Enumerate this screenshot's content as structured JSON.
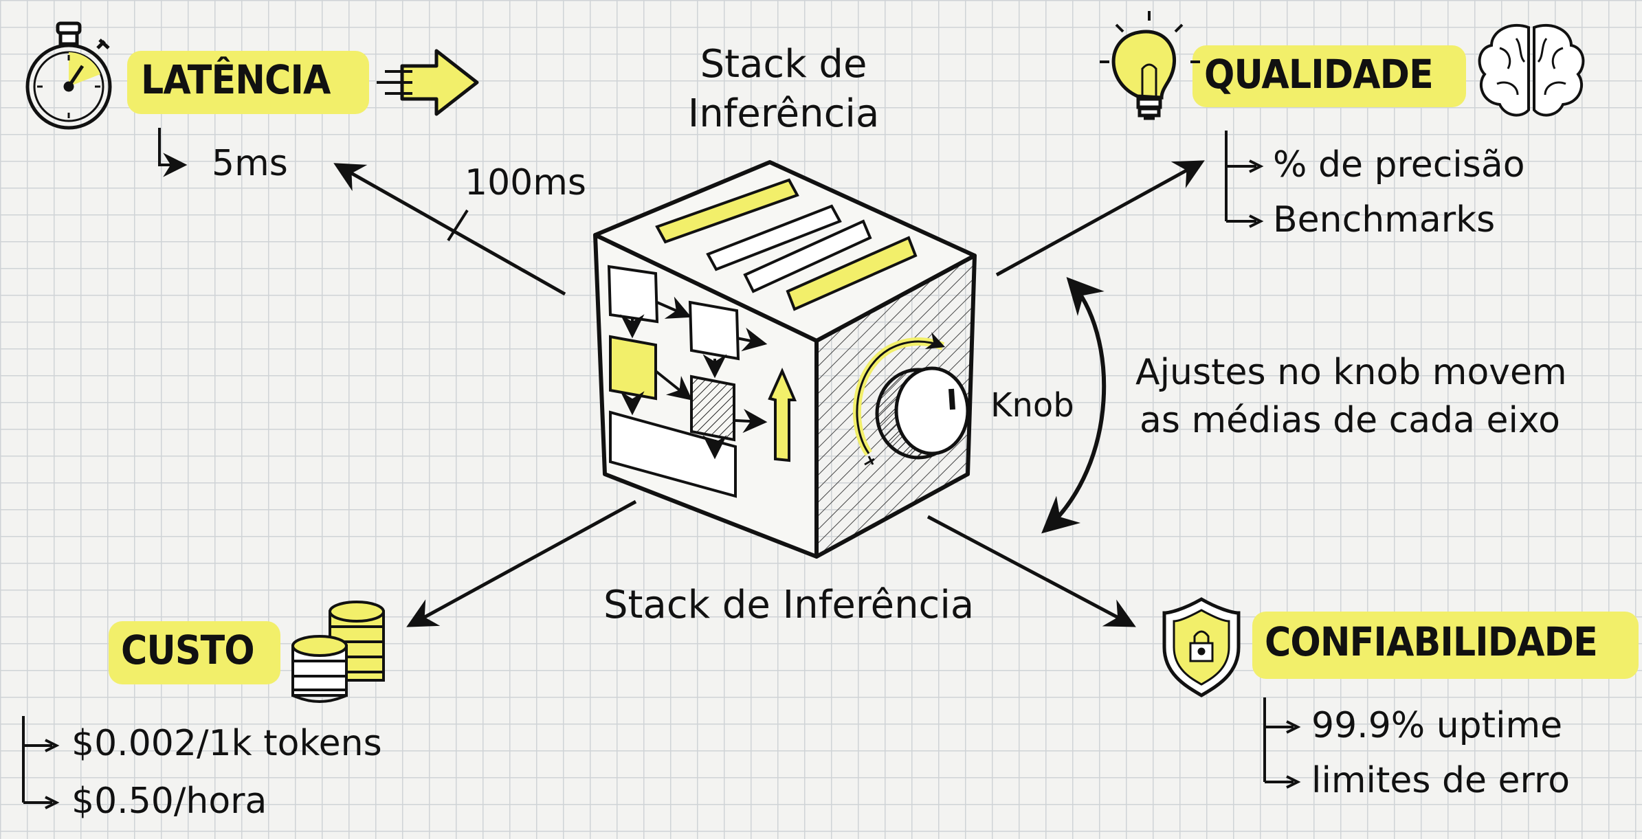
{
  "colors": {
    "highlight": "#f2ef6a",
    "ink": "#111111",
    "grid": "#cfd3d6",
    "paper": "#f3f3f1"
  },
  "center": {
    "title_top_line1": "Stack de",
    "title_top_line2": "Inferência",
    "title_bottom": "Stack de Inferência",
    "knob_label": "Knob",
    "arrow_label": "100ms"
  },
  "note": {
    "line1": "Ajustes no knob movem",
    "line2": "as médias de cada eixo"
  },
  "axes": {
    "latency": {
      "title": "LATÊNCIA",
      "icon": "stopwatch-icon",
      "items": [
        "5ms"
      ]
    },
    "quality": {
      "title": "QUALIDADE",
      "icon": "lightbulb-icon",
      "items": [
        "% de precisão",
        "Benchmarks"
      ]
    },
    "cost": {
      "title": "CUSTO",
      "icon": "coins-icon",
      "items": [
        "$0.002/1k tokens",
        "$0.50/hora"
      ]
    },
    "reliability": {
      "title": "CONFIABILIDADE",
      "icon": "shield-lock-icon",
      "items": [
        "99.9% uptime",
        "limites de erro"
      ]
    }
  }
}
